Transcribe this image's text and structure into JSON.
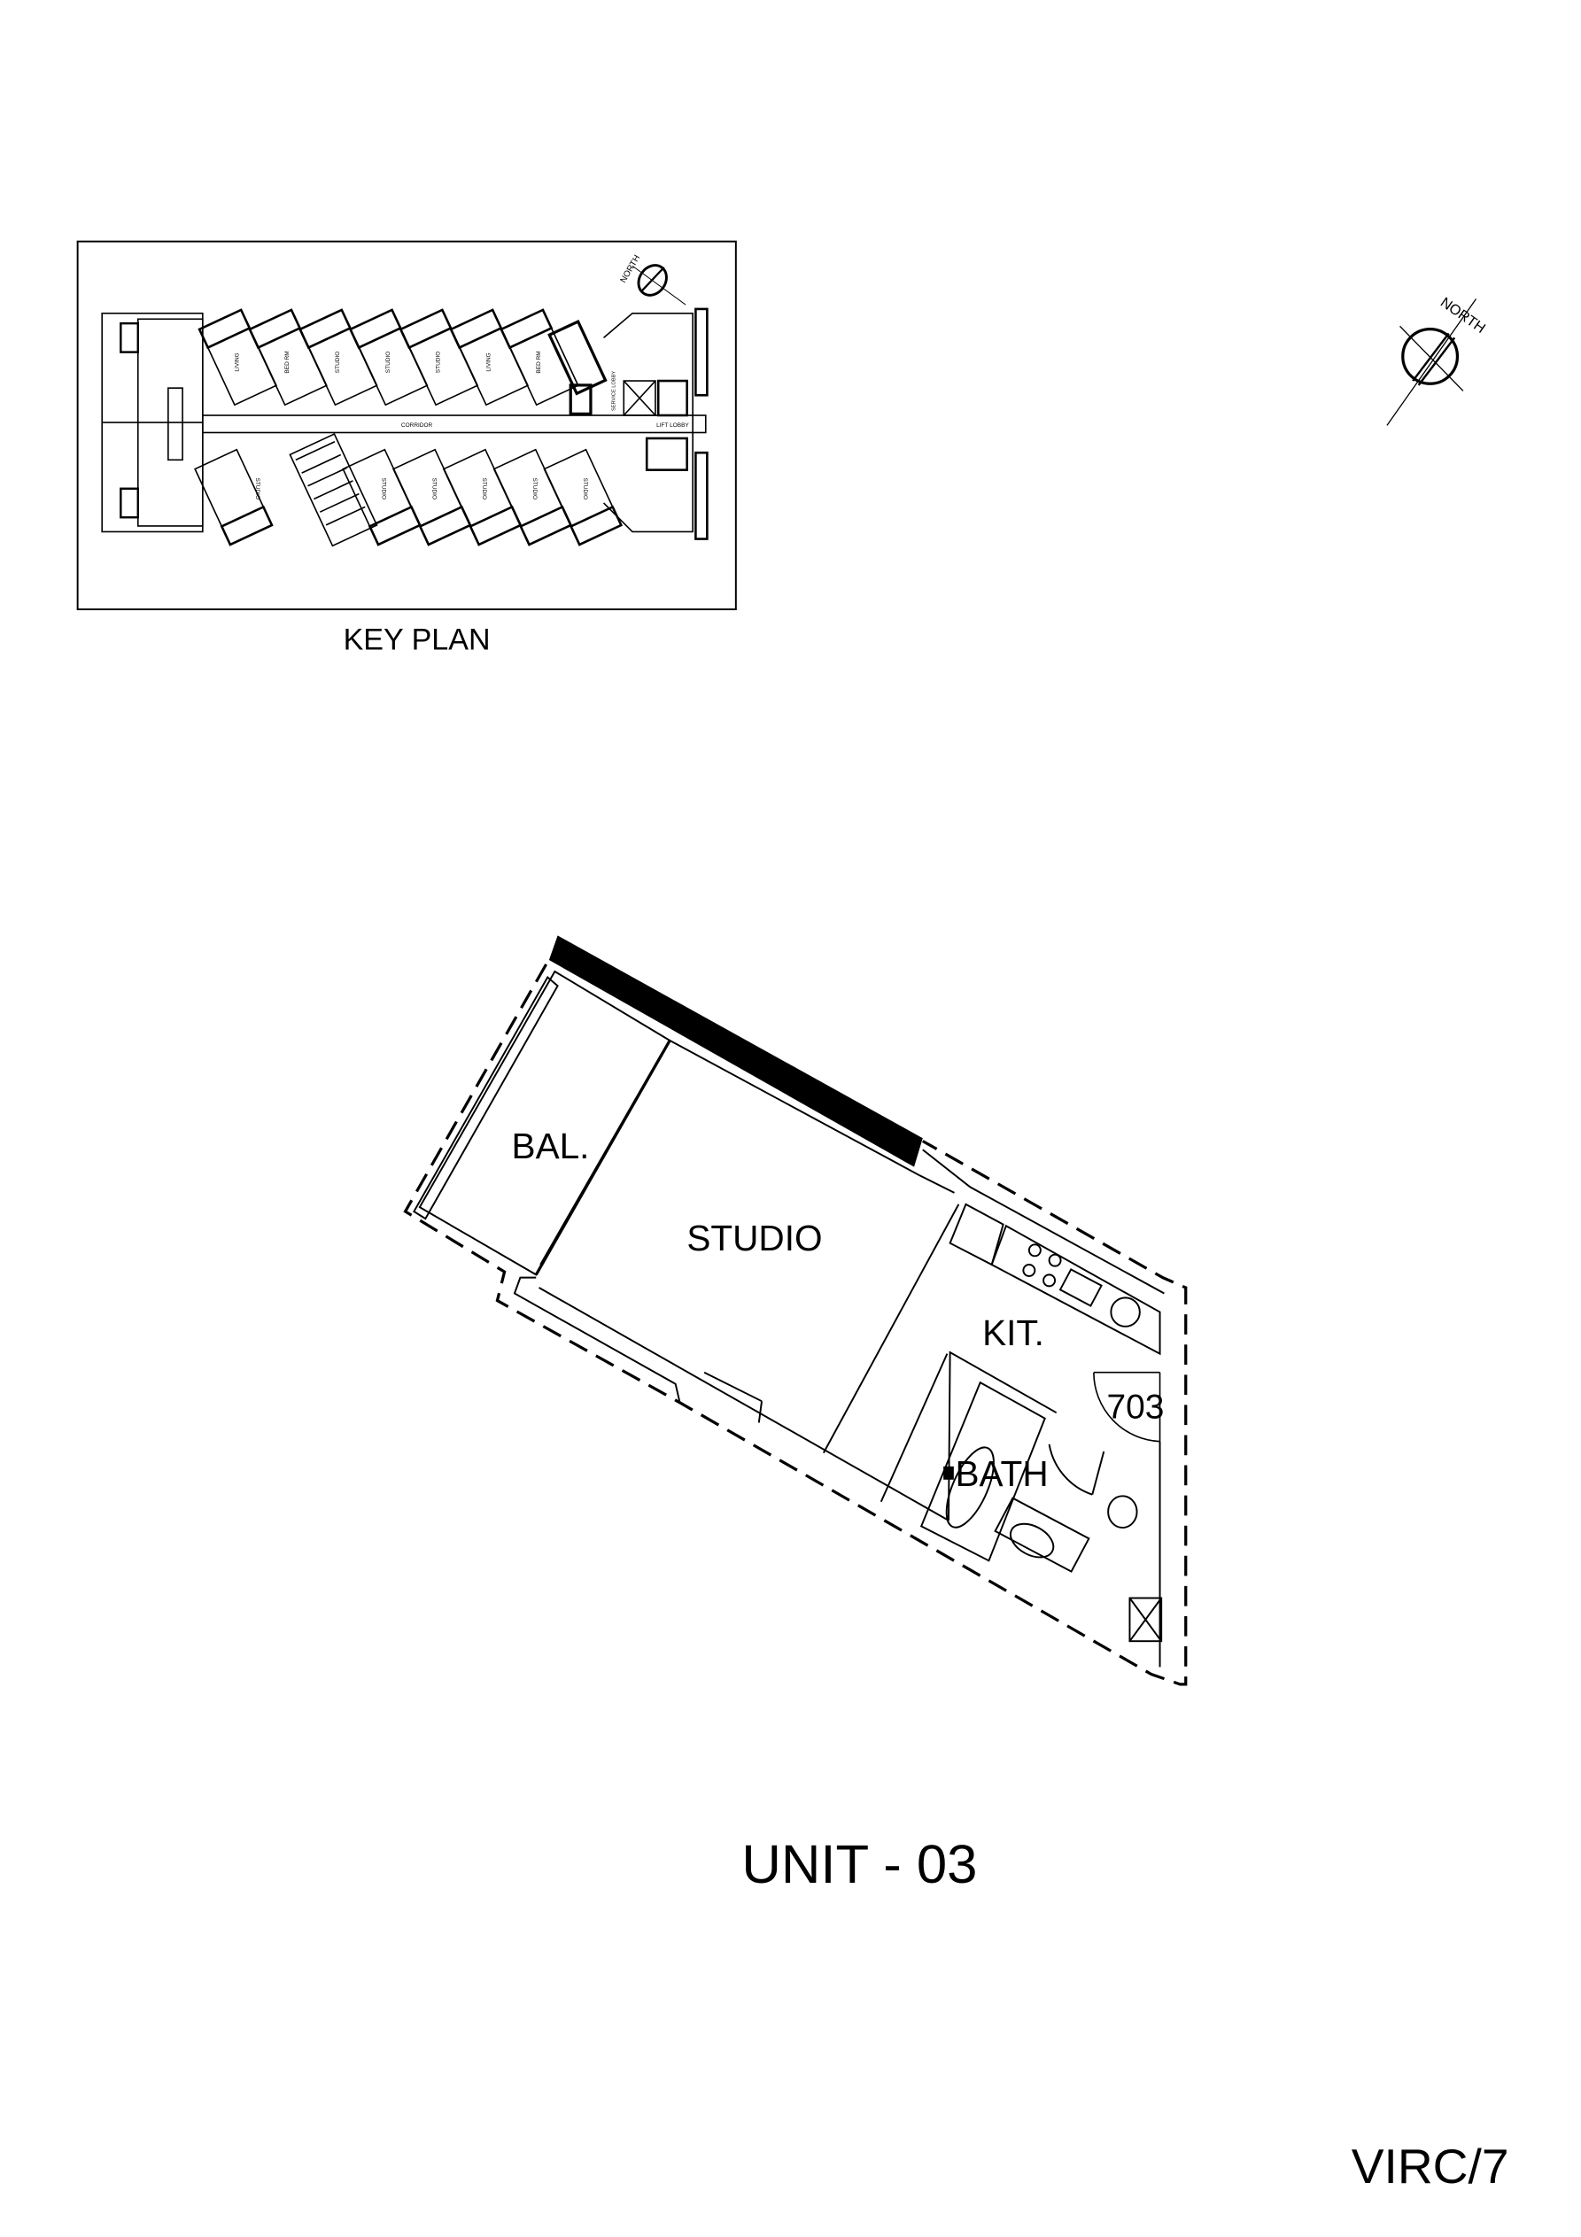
{
  "key_plan": {
    "title": "KEY PLAN",
    "north_label": "NORTH",
    "corridor_label": "CORRIDOR",
    "lift_lobby_label": "LIFT LOBBY",
    "service_lobby_label": "SERVICE LOBBY",
    "north_units": [
      "LIVING",
      "BED RM",
      "STUDIO",
      "STUDIO",
      "STUDIO",
      "LIVING",
      "BED RM"
    ],
    "south_units": [
      "STUDIO",
      "STUDIO",
      "STUDIO",
      "STUDIO",
      "STUDIO",
      "STUDIO"
    ]
  },
  "north_arrow": {
    "label": "NORTH"
  },
  "unit_plan": {
    "rooms": {
      "balcony": "BAL.",
      "studio": "STUDIO",
      "kitchen": "KIT.",
      "unit_number": "703",
      "bath": "BATH"
    },
    "title": "UNIT - 03"
  },
  "sheet": {
    "reference": "VIRC/7"
  },
  "colors": {
    "ink": "#000000",
    "paper": "#ffffff"
  }
}
